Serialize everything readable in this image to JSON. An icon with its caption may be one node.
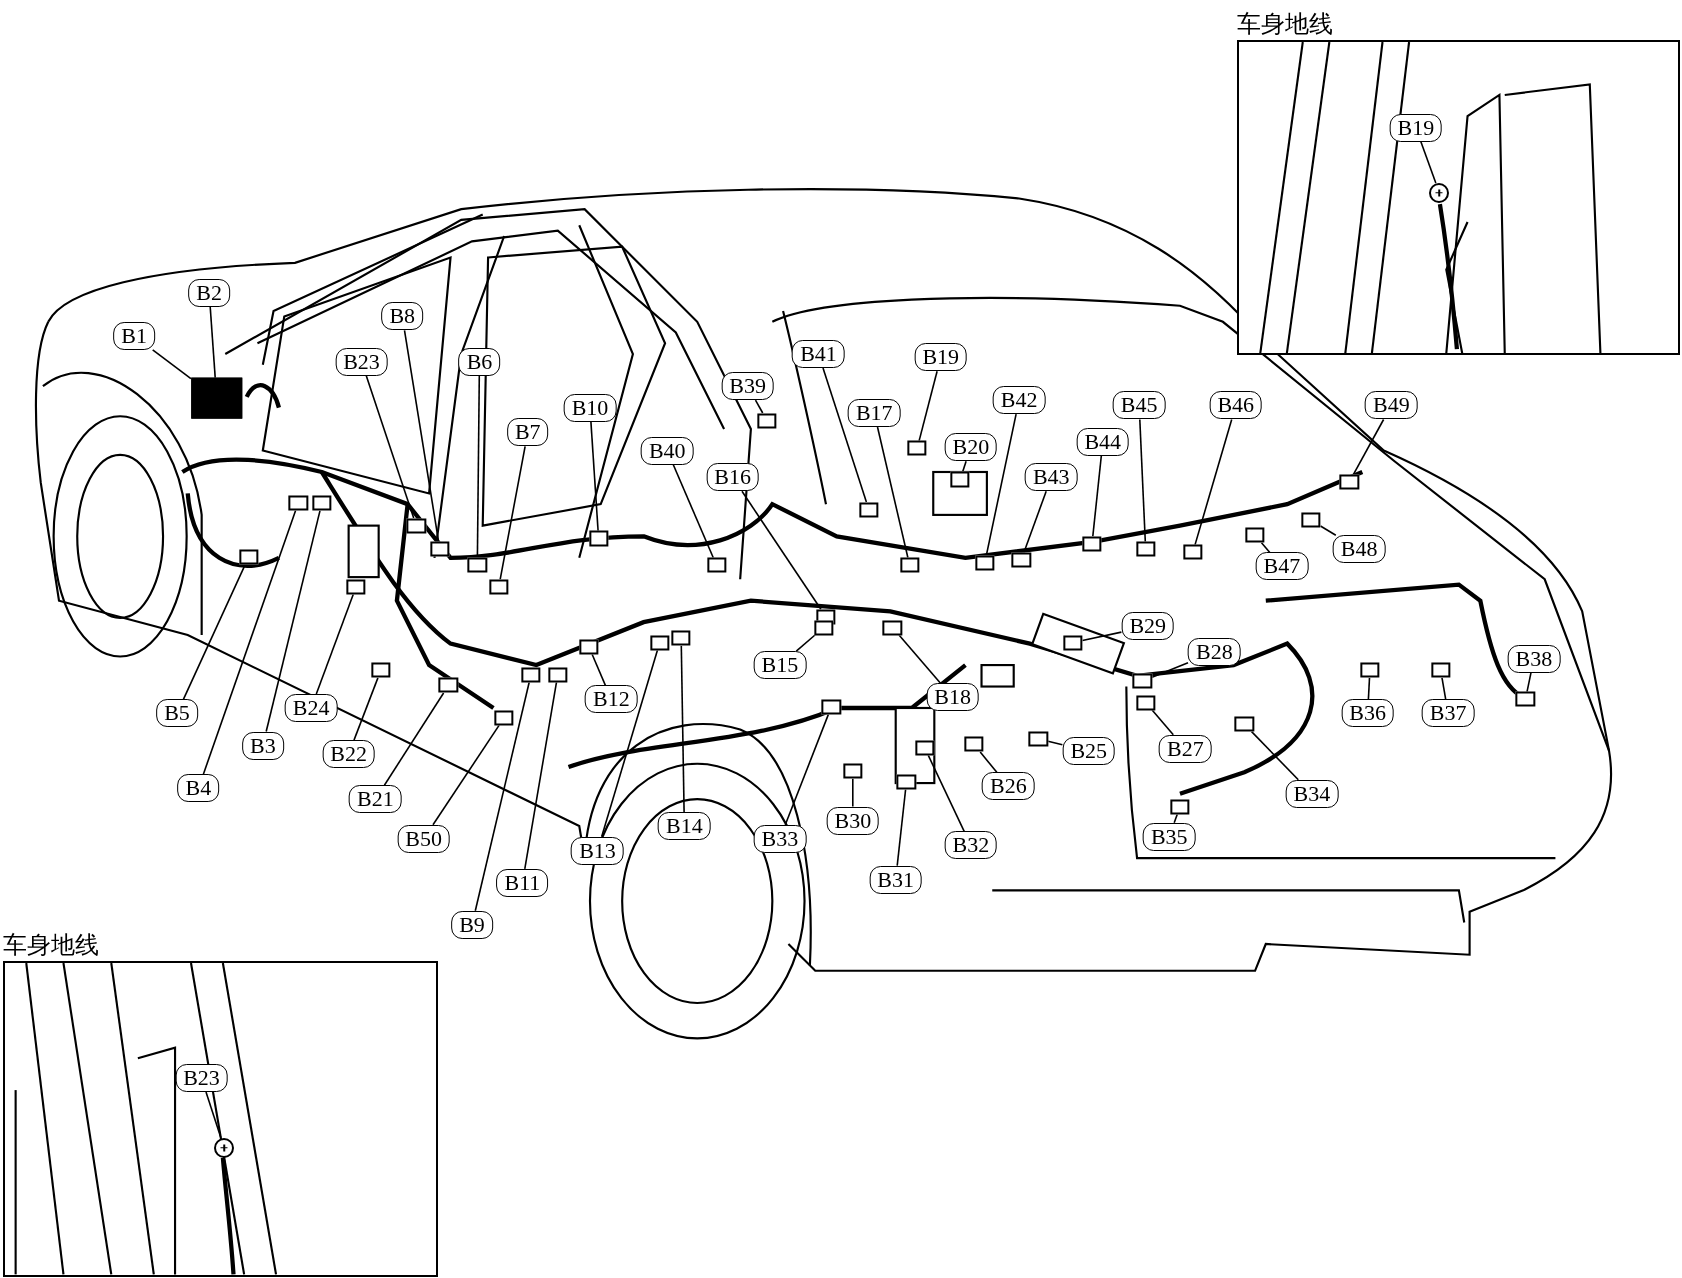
{
  "diagram": {
    "nodes": [
      {
        "text": [
          "车身地线"
        ]
      },
      {
        "text": [
          "B19"
        ],
        "in": 0
      },
      {
        "text": [
          "B2"
        ]
      },
      {
        "text": [
          "B1"
        ]
      },
      {
        "text": [
          "B8"
        ]
      },
      {
        "text": [
          "B19"
        ]
      },
      {
        "text": [
          "B41"
        ]
      },
      {
        "text": [
          "B23"
        ]
      },
      {
        "text": [
          "B6"
        ]
      },
      {
        "text": [
          "B39"
        ]
      },
      {
        "text": [
          "B42"
        ]
      },
      {
        "text": [
          "B45"
        ]
      },
      {
        "text": [
          "B46"
        ]
      },
      {
        "text": [
          "B49"
        ]
      },
      {
        "text": [
          "B10"
        ]
      },
      {
        "text": [
          "B17"
        ]
      },
      {
        "text": [
          "B7"
        ]
      },
      {
        "text": [
          "B44"
        ]
      },
      {
        "text": [
          "B20"
        ]
      },
      {
        "text": [
          "B40"
        ]
      },
      {
        "text": [
          "B16"
        ]
      },
      {
        "text": [
          "B43"
        ]
      },
      {
        "text": [
          "B48"
        ]
      },
      {
        "text": [
          "B47"
        ]
      },
      {
        "text": [
          "B29"
        ]
      },
      {
        "text": [
          "B28"
        ]
      },
      {
        "text": [
          "B38"
        ]
      },
      {
        "text": [
          "B15"
        ]
      },
      {
        "text": [
          "B18"
        ]
      },
      {
        "text": [
          "B12"
        ]
      },
      {
        "text": [
          "B5"
        ]
      },
      {
        "text": [
          "B24"
        ]
      },
      {
        "text": [
          "B36"
        ]
      },
      {
        "text": [
          "B37"
        ]
      },
      {
        "text": [
          "B3"
        ]
      },
      {
        "text": [
          "B25"
        ]
      },
      {
        "text": [
          "B27"
        ]
      },
      {
        "text": [
          "B22"
        ]
      },
      {
        "text": [
          "B26"
        ]
      },
      {
        "text": [
          "B4"
        ]
      },
      {
        "text": [
          "B34"
        ]
      },
      {
        "text": [
          "B21"
        ]
      },
      {
        "text": [
          "B30"
        ]
      },
      {
        "text": [
          "B35"
        ]
      },
      {
        "text": [
          "B33"
        ]
      },
      {
        "text": [
          "B50"
        ]
      },
      {
        "text": [
          "B32"
        ]
      },
      {
        "text": [
          "B13"
        ]
      },
      {
        "text": [
          "B14"
        ]
      },
      {
        "text": [
          "B31"
        ]
      },
      {
        "text": [
          "B11"
        ]
      },
      {
        "text": [
          "B9"
        ]
      },
      {
        "text": [
          "车身地线"
        ]
      },
      {
        "text": [
          "B23"
        ],
        "in": 52
      },
      {
        "text": [],
        "shape": "circle",
        "in": 0
      },
      {
        "text": [],
        "shape": "box"
      },
      {
        "text": [],
        "shape": "box"
      },
      {
        "text": [],
        "shape": "box"
      },
      {
        "text": [],
        "shape": "box"
      },
      {
        "text": [],
        "shape": "box"
      },
      {
        "text": [],
        "shape": "box"
      },
      {
        "text": [],
        "shape": "box"
      },
      {
        "text": [],
        "shape": "box"
      },
      {
        "text": [],
        "shape": "box"
      },
      {
        "text": [],
        "shape": "box"
      },
      {
        "text": [],
        "shape": "box"
      },
      {
        "text": [],
        "shape": "box"
      },
      {
        "text": [],
        "shape": "box"
      },
      {
        "text": [],
        "shape": "box"
      },
      {
        "text": [],
        "shape": "box"
      },
      {
        "text": [],
        "shape": "box"
      },
      {
        "text": [],
        "shape": "box"
      },
      {
        "text": [],
        "shape": "box"
      },
      {
        "text": [],
        "shape": "box"
      },
      {
        "text": [],
        "shape": "box"
      },
      {
        "text": [],
        "shape": "box"
      },
      {
        "text": [],
        "shape": "box"
      },
      {
        "text": [],
        "shape": "box"
      },
      {
        "text": [],
        "shape": "box"
      },
      {
        "text": [],
        "shape": "box"
      },
      {
        "text": [],
        "shape": "box"
      },
      {
        "text": [],
        "shape": "box"
      },
      {
        "text": [],
        "shape": "box"
      },
      {
        "text": [],
        "shape": "box"
      },
      {
        "text": [],
        "shape": "box"
      },
      {
        "text": [],
        "shape": "box"
      },
      {
        "text": [],
        "shape": "box"
      },
      {
        "text": [],
        "shape": "box"
      },
      {
        "text": [],
        "shape": "box"
      },
      {
        "text": [],
        "shape": "box"
      },
      {
        "text": [],
        "shape": "box"
      },
      {
        "text": [],
        "shape": "box"
      },
      {
        "text": [],
        "shape": "box"
      },
      {
        "text": [],
        "shape": "box"
      },
      {
        "text": [],
        "shape": "box"
      },
      {
        "text": [],
        "shape": "box"
      },
      {
        "text": [],
        "shape": "box"
      },
      {
        "text": [],
        "shape": "box"
      },
      {
        "text": [],
        "shape": "box"
      },
      {
        "text": [],
        "shape": "box"
      },
      {
        "text": [],
        "shape": "box"
      },
      {
        "text": [],
        "shape": "box"
      },
      {
        "text": [],
        "shape": "box"
      },
      {
        "text": [],
        "shape": "box"
      },
      {
        "text": [],
        "shape": "circle",
        "in": 52
      }
    ],
    "edges": [
      {
        "from": 1,
        "to": 54,
        "arrow": "none"
      },
      {
        "from": 2,
        "to": 55,
        "arrow": "none"
      },
      {
        "from": 3,
        "to": 55,
        "arrow": "none"
      },
      {
        "from": 4,
        "to": 56,
        "arrow": "none"
      },
      {
        "from": 5,
        "to": 57,
        "arrow": "none"
      },
      {
        "from": 6,
        "to": 58,
        "arrow": "none"
      },
      {
        "from": 7,
        "to": 59,
        "arrow": "none"
      },
      {
        "from": 8,
        "to": 60,
        "arrow": "none"
      },
      {
        "from": 9,
        "to": 61,
        "arrow": "none"
      },
      {
        "from": 10,
        "to": 62,
        "arrow": "none"
      },
      {
        "from": 11,
        "to": 63,
        "arrow": "none"
      },
      {
        "from": 12,
        "to": 64,
        "arrow": "none"
      },
      {
        "from": 13,
        "to": 65,
        "arrow": "none"
      },
      {
        "from": 14,
        "to": 66,
        "arrow": "none"
      },
      {
        "from": 15,
        "to": 67,
        "arrow": "none"
      },
      {
        "from": 16,
        "to": 68,
        "arrow": "none"
      },
      {
        "from": 17,
        "to": 69,
        "arrow": "none"
      },
      {
        "from": 18,
        "to": 70,
        "arrow": "none"
      },
      {
        "from": 19,
        "to": 71,
        "arrow": "none"
      },
      {
        "from": 20,
        "to": 72,
        "arrow": "none"
      },
      {
        "from": 21,
        "to": 73,
        "arrow": "none"
      },
      {
        "from": 22,
        "to": 74,
        "arrow": "none"
      },
      {
        "from": 23,
        "to": 75,
        "arrow": "none"
      },
      {
        "from": 24,
        "to": 76,
        "arrow": "none"
      },
      {
        "from": 25,
        "to": 77,
        "arrow": "none"
      },
      {
        "from": 26,
        "to": 78,
        "arrow": "none"
      },
      {
        "from": 27,
        "to": 79,
        "arrow": "none"
      },
      {
        "from": 28,
        "to": 80,
        "arrow": "none"
      },
      {
        "from": 29,
        "to": 81,
        "arrow": "none"
      },
      {
        "from": 30,
        "to": 82,
        "arrow": "none"
      },
      {
        "from": 31,
        "to": 83,
        "arrow": "none"
      },
      {
        "from": 32,
        "to": 84,
        "arrow": "none"
      },
      {
        "from": 33,
        "to": 85,
        "arrow": "none"
      },
      {
        "from": 34,
        "to": 86,
        "arrow": "none"
      },
      {
        "from": 35,
        "to": 87,
        "arrow": "none"
      },
      {
        "from": 36,
        "to": 88,
        "arrow": "none"
      },
      {
        "from": 37,
        "to": 89,
        "arrow": "none"
      },
      {
        "from": 38,
        "to": 90,
        "arrow": "none"
      },
      {
        "from": 39,
        "to": 91,
        "arrow": "none"
      },
      {
        "from": 40,
        "to": 92,
        "arrow": "none"
      },
      {
        "from": 41,
        "to": 93,
        "arrow": "none"
      },
      {
        "from": 42,
        "to": 94,
        "arrow": "none"
      },
      {
        "from": 43,
        "to": 95,
        "arrow": "none"
      },
      {
        "from": 44,
        "to": 96,
        "arrow": "none"
      },
      {
        "from": 45,
        "to": 97,
        "arrow": "none"
      },
      {
        "from": 46,
        "to": 98,
        "arrow": "none"
      },
      {
        "from": 47,
        "to": 99,
        "arrow": "none"
      },
      {
        "from": 48,
        "to": 100,
        "arrow": "none"
      },
      {
        "from": 49,
        "to": 101,
        "arrow": "none"
      },
      {
        "from": 50,
        "to": 102,
        "arrow": "none"
      },
      {
        "from": 51,
        "to": 103,
        "arrow": "none"
      },
      {
        "from": 53,
        "to": 104,
        "arrow": "none"
      }
    ]
  }
}
